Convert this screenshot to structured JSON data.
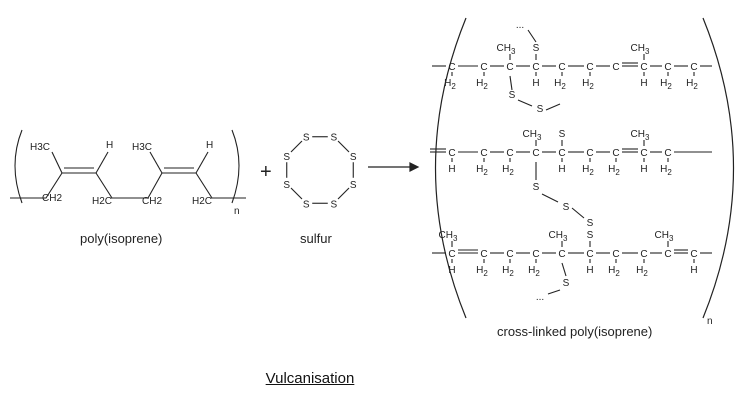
{
  "reactant": {
    "label": "poly(isoprene)",
    "repeat_subscript": "n",
    "atoms": {
      "methyl": "H3C",
      "hydrogen": "H",
      "carbon": "C",
      "methylene": "CH2",
      "methylene_left": "H2C"
    }
  },
  "plus_sign": "+",
  "sulfur": {
    "label": "sulfur",
    "atom": "S"
  },
  "product": {
    "label": "cross-linked poly(isoprene)",
    "repeat_subscript": "n",
    "atoms": {
      "carbon": "C",
      "hydrogen": "H",
      "h2": "H2",
      "ch3": "CH3",
      "sulfur": "S",
      "ellipsis": "..."
    }
  },
  "caption": "Vulcanisation"
}
